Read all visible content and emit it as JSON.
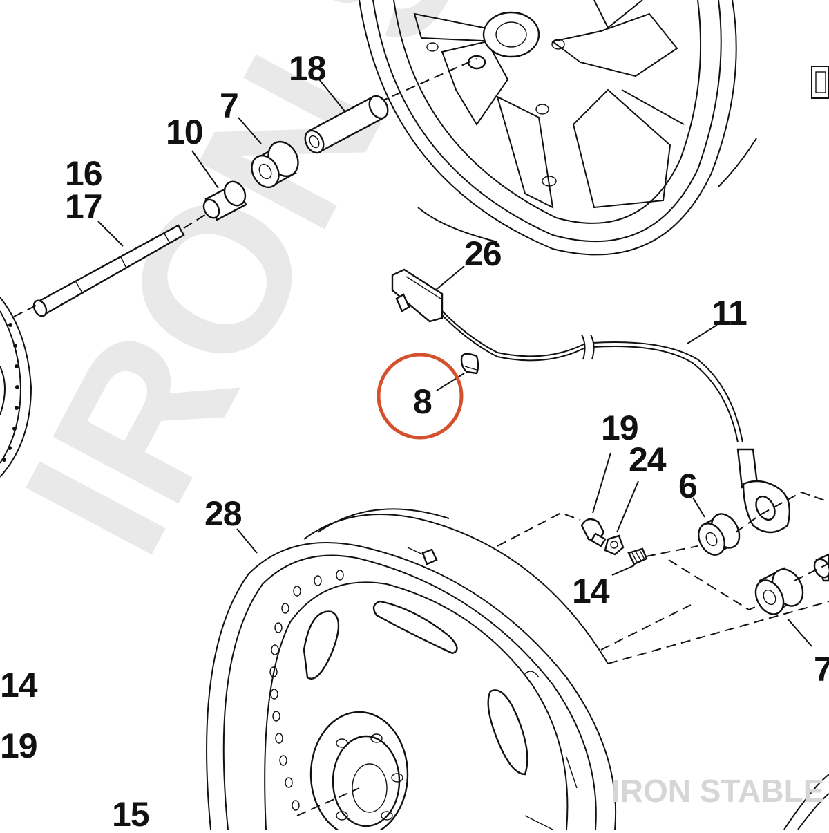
{
  "diagram": {
    "callouts": [
      {
        "key": "c18",
        "label": "18"
      },
      {
        "key": "c7a",
        "label": "7"
      },
      {
        "key": "c10",
        "label": "10"
      },
      {
        "key": "c16",
        "label": "16"
      },
      {
        "key": "c17",
        "label": "17"
      },
      {
        "key": "c26",
        "label": "26"
      },
      {
        "key": "c11",
        "label": "11"
      },
      {
        "key": "c8",
        "label": "8"
      },
      {
        "key": "c19a",
        "label": "19"
      },
      {
        "key": "c24",
        "label": "24"
      },
      {
        "key": "c6",
        "label": "6"
      },
      {
        "key": "c28",
        "label": "28"
      },
      {
        "key": "c14a",
        "label": "14"
      },
      {
        "key": "c7b",
        "label": "7"
      },
      {
        "key": "c14b",
        "label": "14"
      },
      {
        "key": "c19b",
        "label": "19"
      },
      {
        "key": "c15",
        "label": "15"
      }
    ],
    "highlight": {
      "label": "8",
      "color": "#d4512e"
    },
    "watermark_text": "IRON STABLE",
    "background_watermark": "IRON ST"
  }
}
